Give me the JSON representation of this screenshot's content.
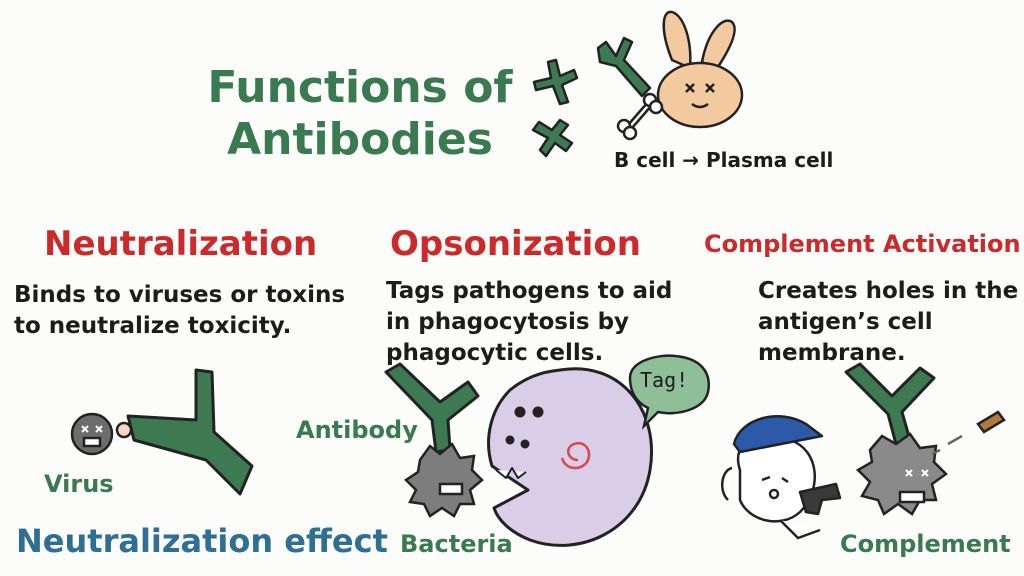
{
  "title": {
    "line1": "Functions of",
    "line2": "Antibodies"
  },
  "b_cell_label": "B cell → Plasma cell",
  "sections": {
    "neutralization": {
      "heading": "Neutralization",
      "desc_lines": [
        "Binds to viruses or toxins",
        "to neutralize toxicity."
      ],
      "label_virus": "Virus",
      "caption": "Neutralization effect"
    },
    "opsonization": {
      "heading": "Opsonization",
      "desc_lines": [
        "Tags pathogens to aid",
        "in phagocytosis by",
        "phagocytic cells."
      ],
      "label_antibody": "Antibody",
      "label_bacteria": "Bacteria",
      "speech": "Tag!"
    },
    "complement": {
      "heading": "Complement Activation",
      "desc_lines": [
        "Creates holes in the",
        "antigen’s cell",
        "membrane."
      ],
      "label_complement": "Complement"
    }
  },
  "colors": {
    "title": "#3a7a50",
    "heading": "#cc2a2a",
    "antibody": "#3d7a52",
    "caption_blue": "#2e6f94",
    "phagocyte": "#d9cde8"
  }
}
